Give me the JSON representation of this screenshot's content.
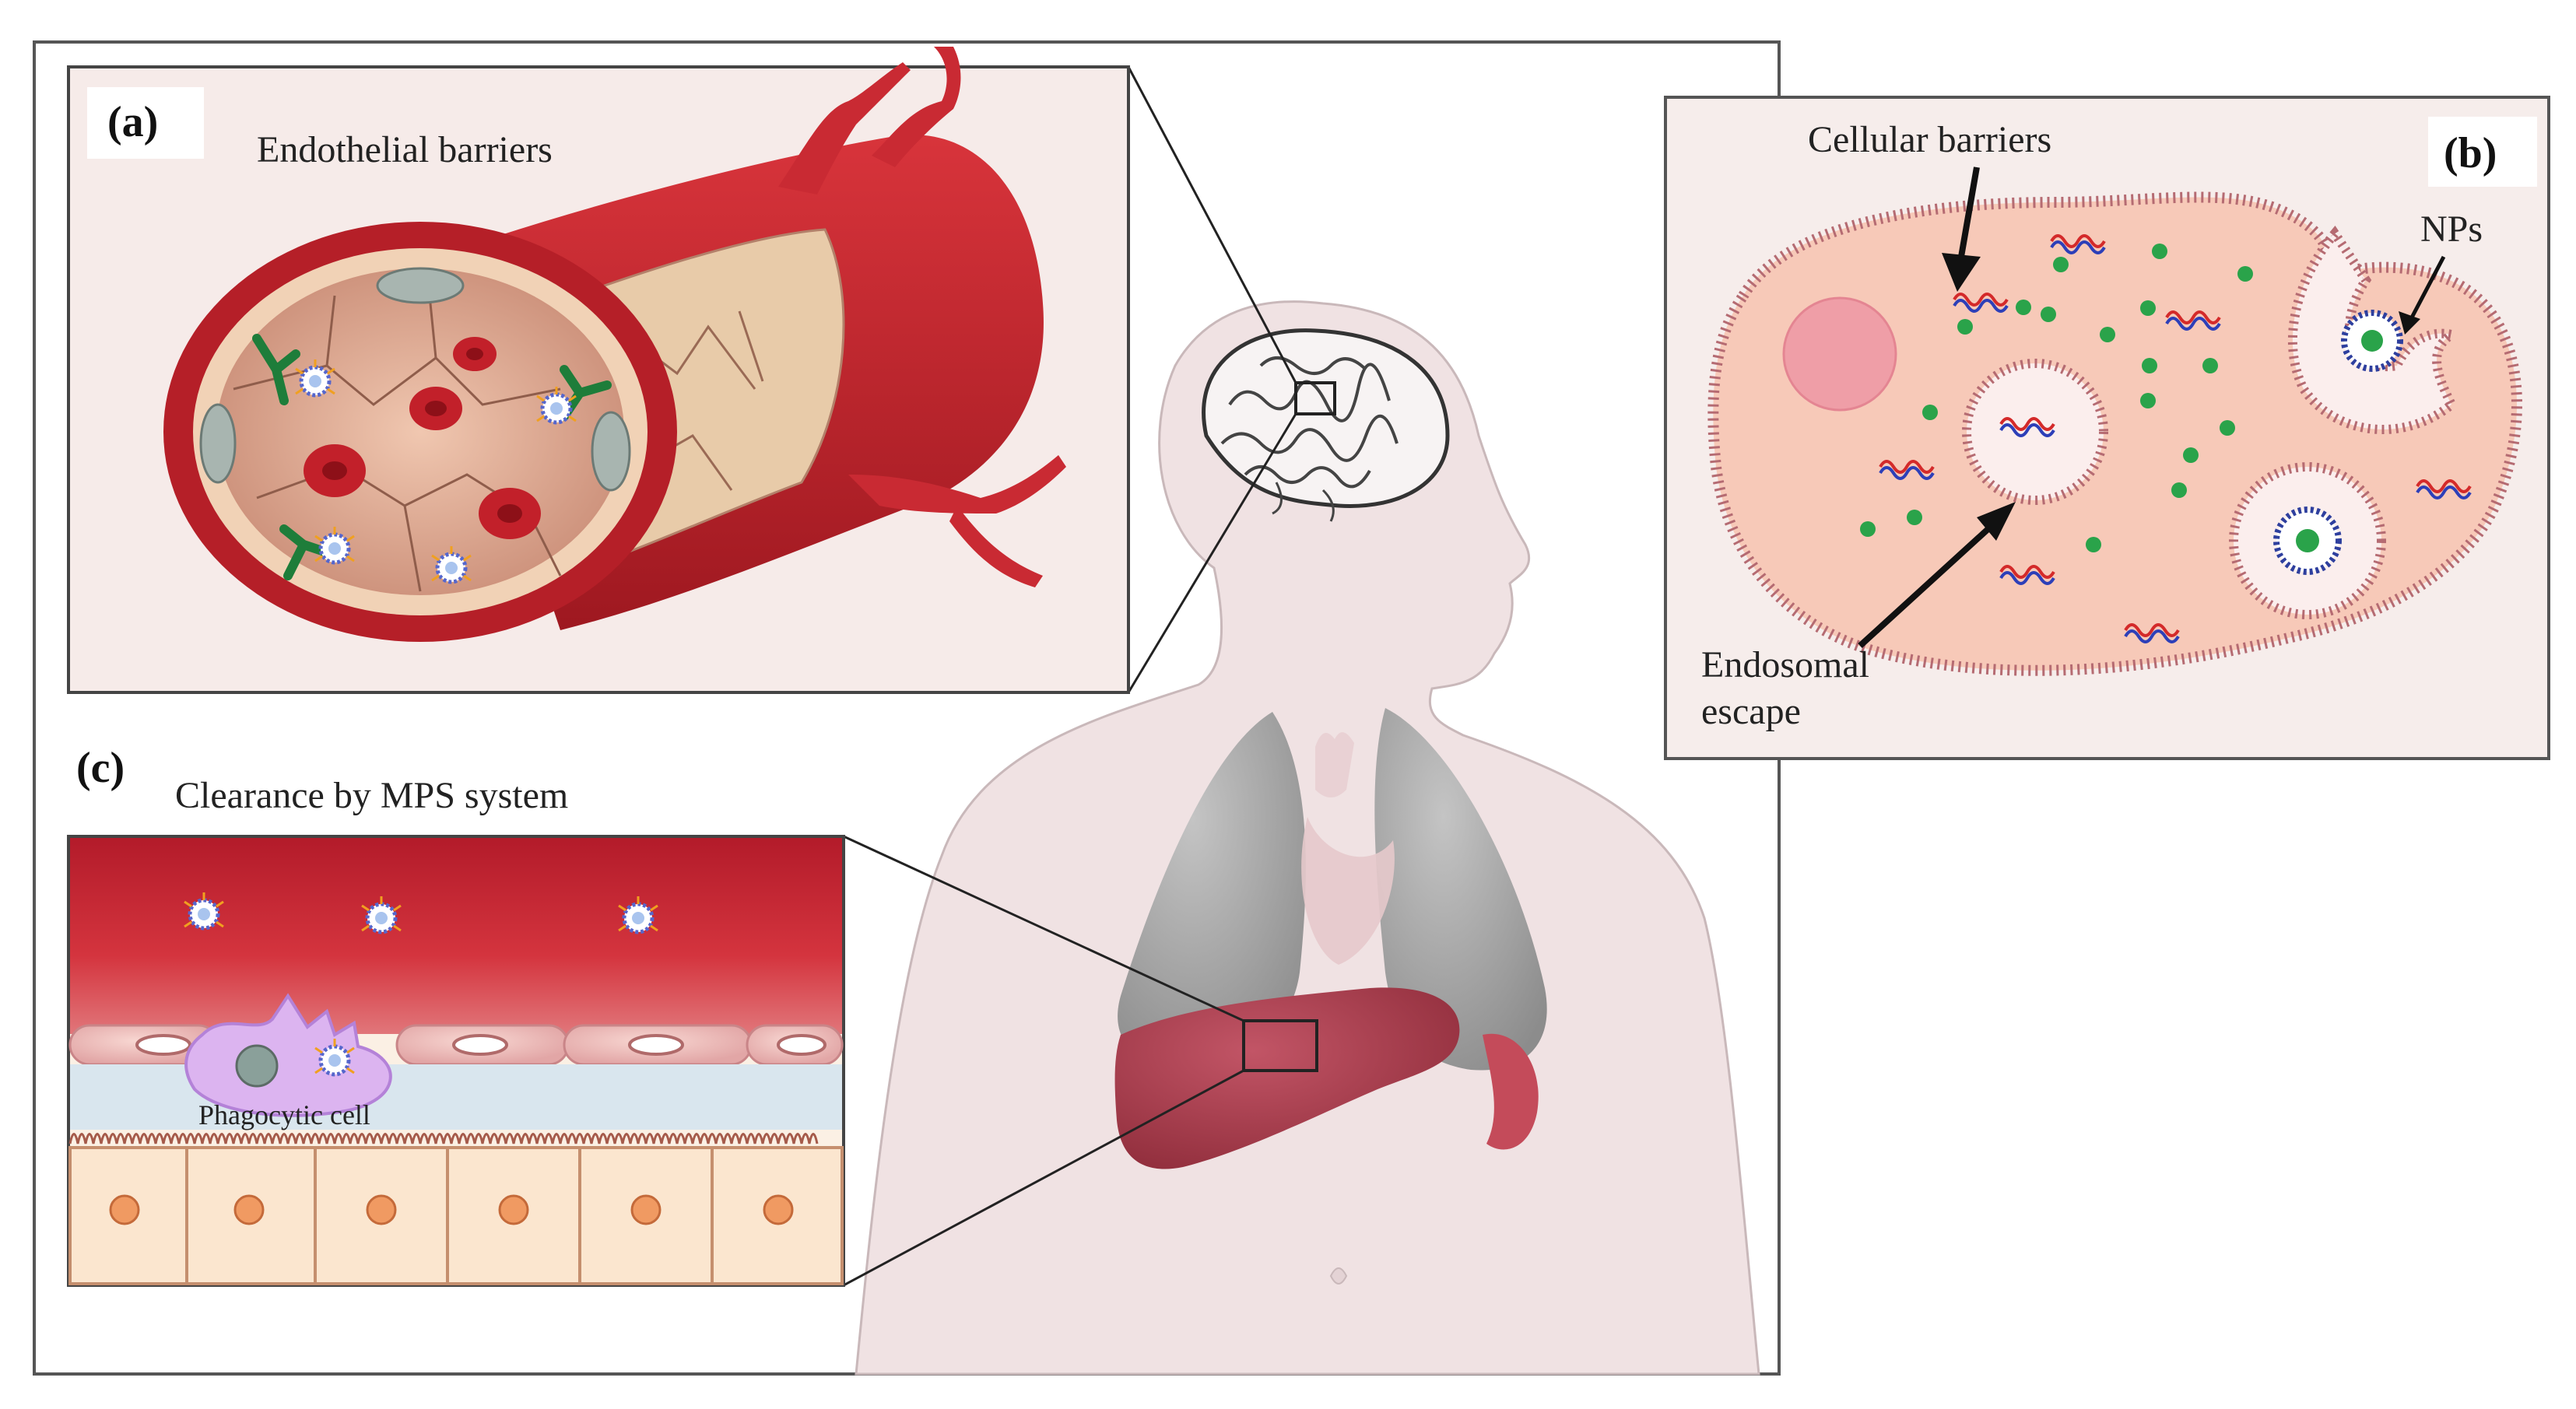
{
  "panels": {
    "a": {
      "letter": "(a)",
      "title": "Endothelial barriers"
    },
    "b": {
      "letter": "(b)",
      "title": "Cellular barriers",
      "nps_label": "NPs",
      "escape_label_1": "Endosomal",
      "escape_label_2": "escape"
    },
    "c": {
      "letter": "(c)",
      "title": "Clearance by MPS system",
      "cell_label": "Phagocytic cell"
    }
  },
  "colors": {
    "vessel_red": "#c4242e",
    "vessel_dark": "#8e1219",
    "vessel_inner": "#f3cdb4",
    "cell_pink": "#f6cdc0",
    "body_silhouette": "#efe3e4",
    "lung_gray": "#a3a3a3",
    "liver": "#a9404f",
    "nucleus_green": "#1aa33c",
    "panel_bg": "#f7ecea"
  }
}
